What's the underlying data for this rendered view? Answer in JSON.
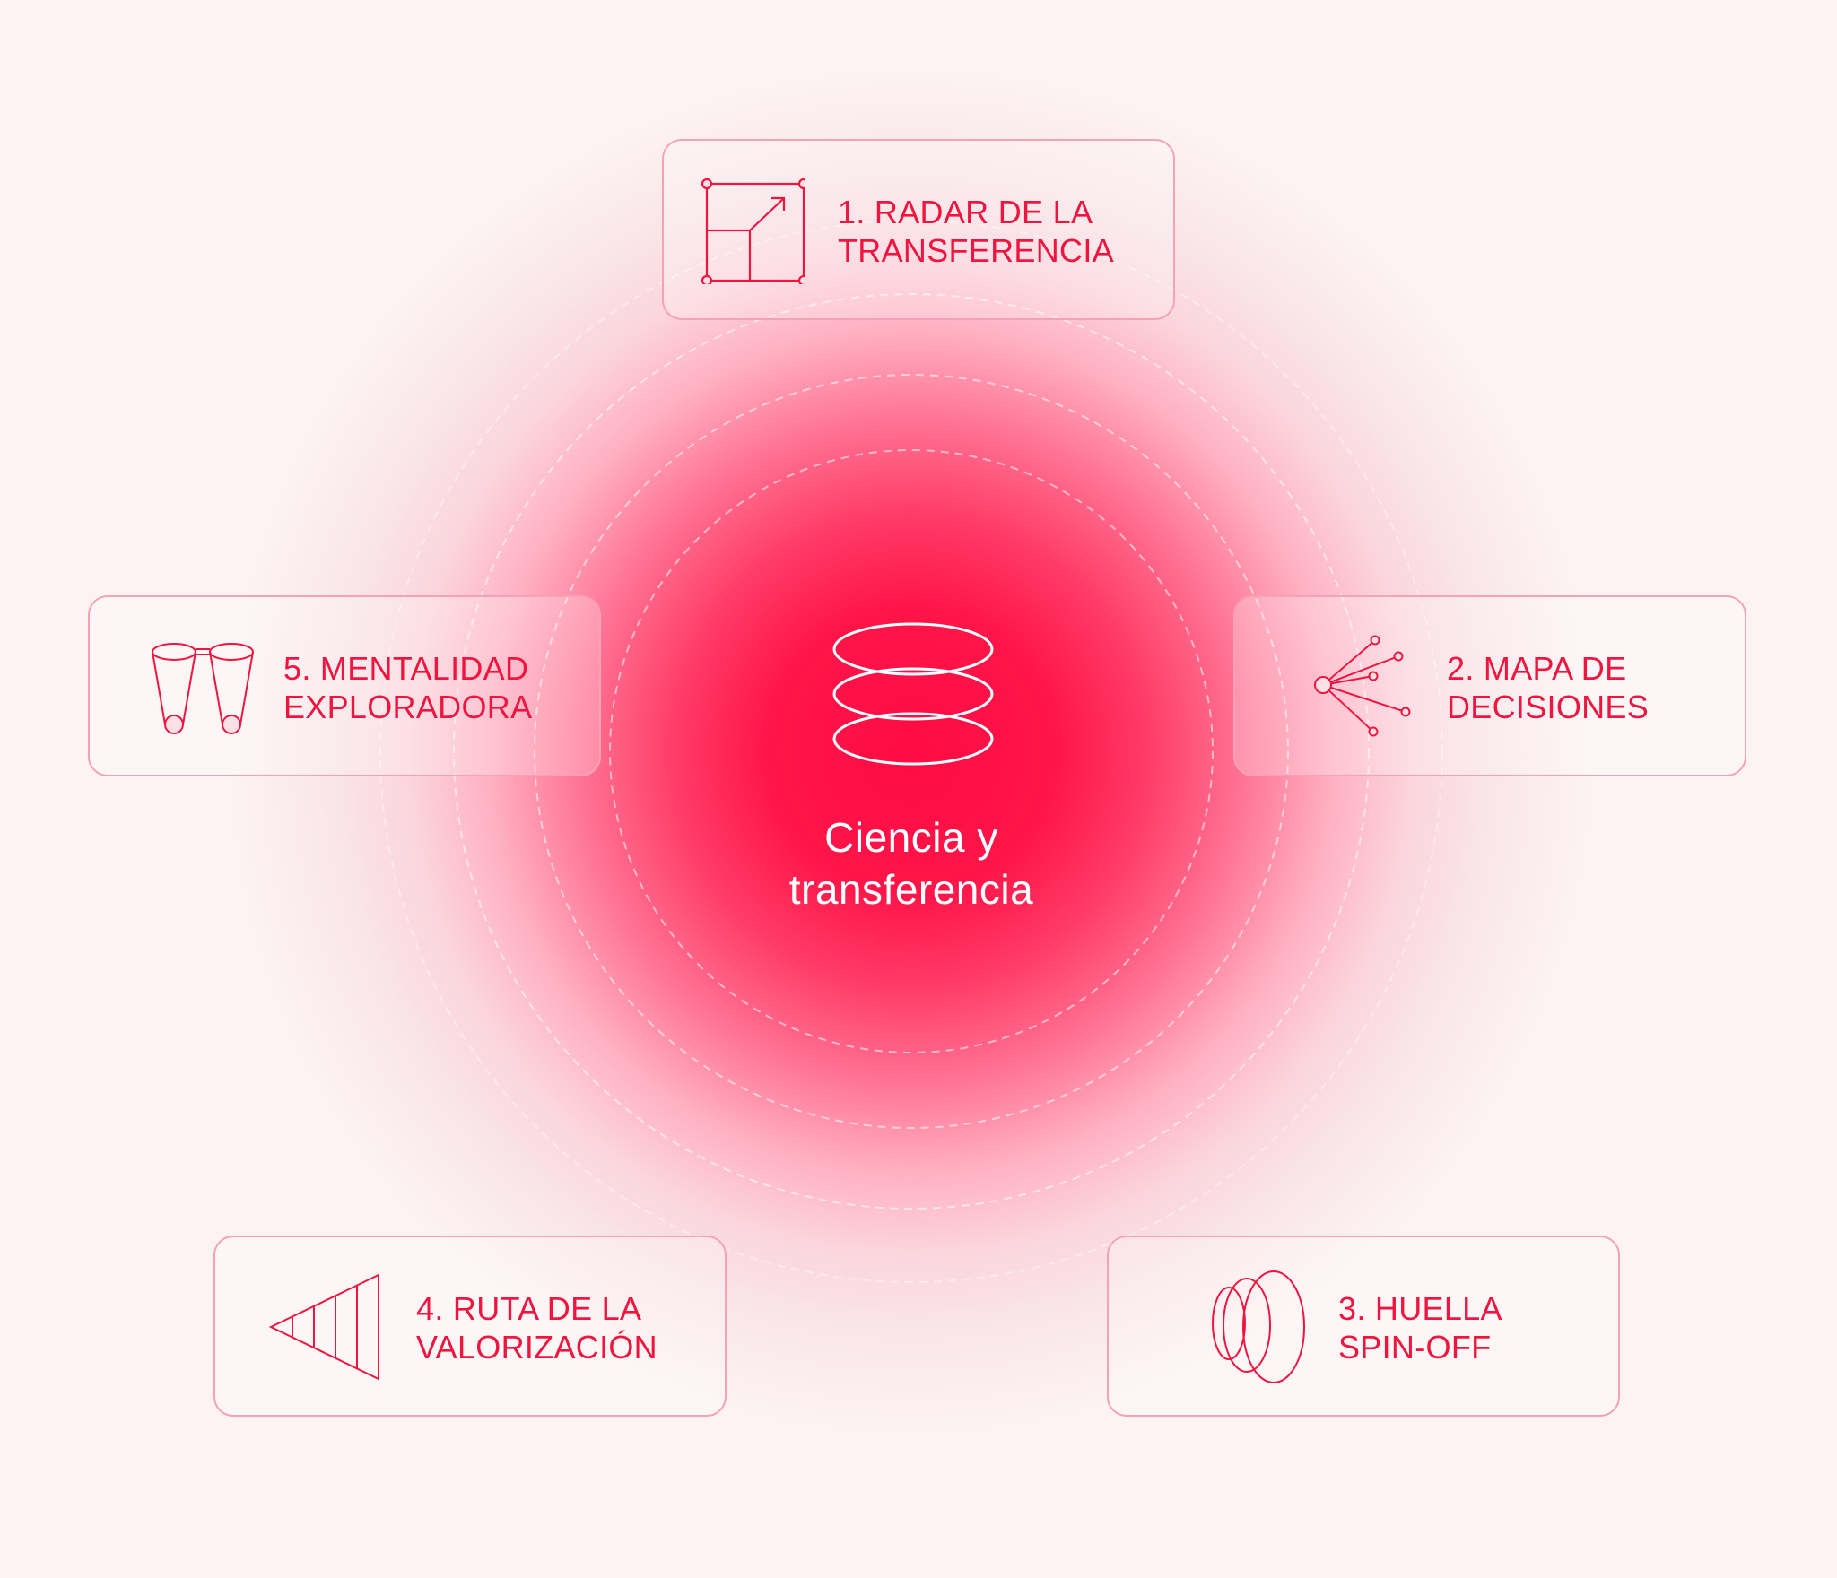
{
  "center": {
    "icon": "stacked-rings-icon",
    "title_line1": "Ciencia y",
    "title_line2": "transferencia"
  },
  "colors": {
    "accent": "#f0153f",
    "core": "#ff0b43",
    "background": "#fdf3f3",
    "card_border": "#f6a2b6"
  },
  "steps": [
    {
      "icon": "radar-grid-icon",
      "line1": "1. RADAR DE LA",
      "line2": "TRANSFERENCIA"
    },
    {
      "icon": "decision-map-icon",
      "line1": "2. MAPA DE",
      "line2": "DECISIONES"
    },
    {
      "icon": "overlapping-ovals-icon",
      "line1": "3. HUELLA",
      "line2": "SPIN-OFF"
    },
    {
      "icon": "cone-funnel-icon",
      "line1": "4. RUTA DE LA",
      "line2": "VALORIZACIÓN"
    },
    {
      "icon": "binoculars-icon",
      "line1": "5. MENTALIDAD",
      "line2": "EXPLORADORA"
    }
  ]
}
